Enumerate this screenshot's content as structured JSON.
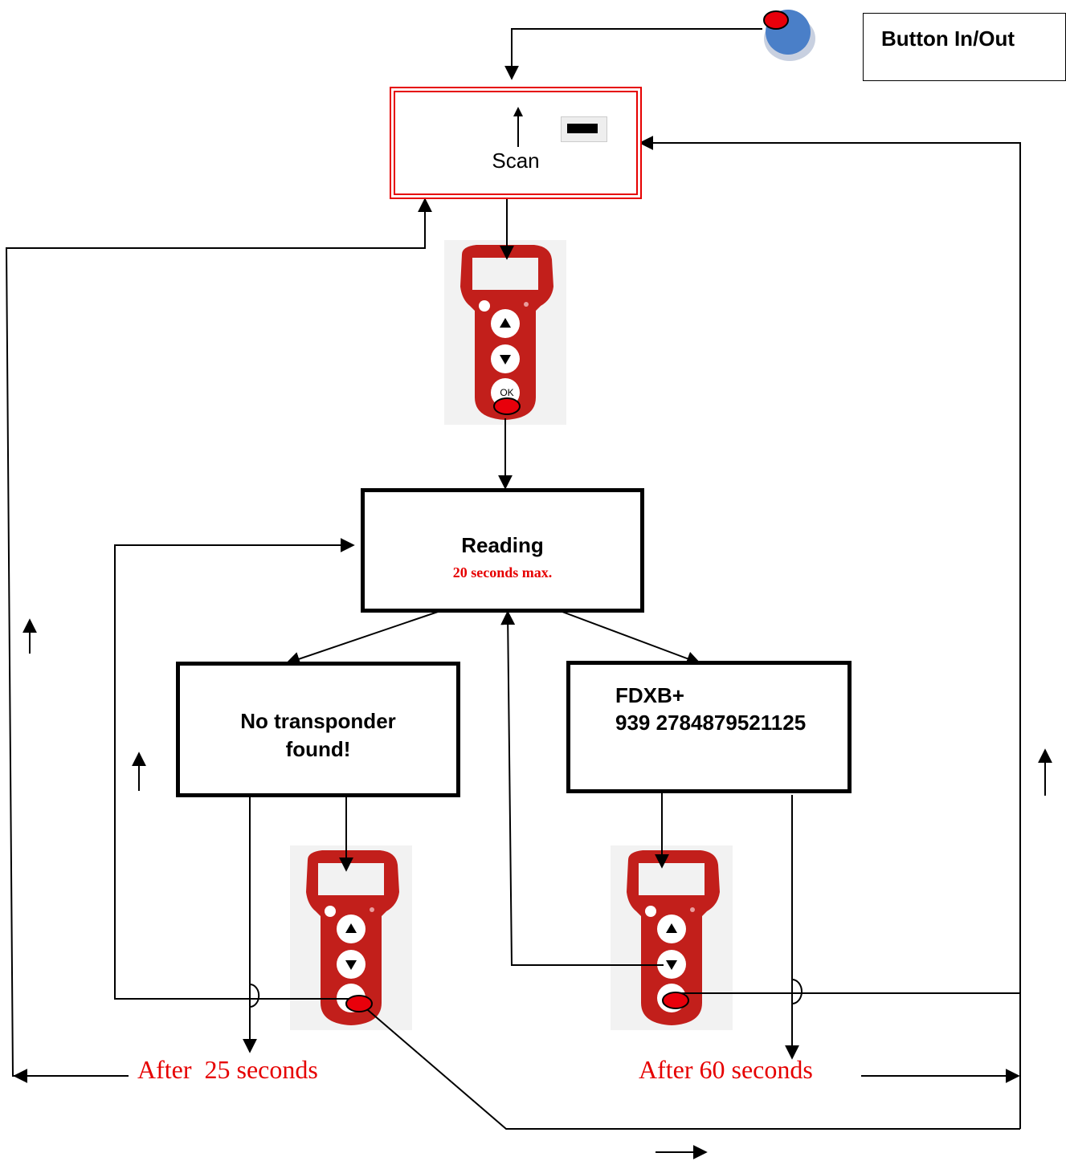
{
  "legend": {
    "label": "Button In/Out"
  },
  "scan": {
    "label": "Scan"
  },
  "reading": {
    "title": "Reading",
    "subtitle": "20 seconds max."
  },
  "no_transponder": {
    "line1": "No transponder",
    "line2": "found!"
  },
  "tag_result": {
    "type": "FDXB+",
    "number": "939 2784879521125"
  },
  "timers": {
    "left": "After  25 seconds",
    "right": "After 60 seconds"
  },
  "device": {
    "ok_label": "OK"
  },
  "colors": {
    "accent_red": "#e60000",
    "device_red": "#c21f1b",
    "press_dot": "#e8000b",
    "button_blue": "#4a7fc8"
  }
}
